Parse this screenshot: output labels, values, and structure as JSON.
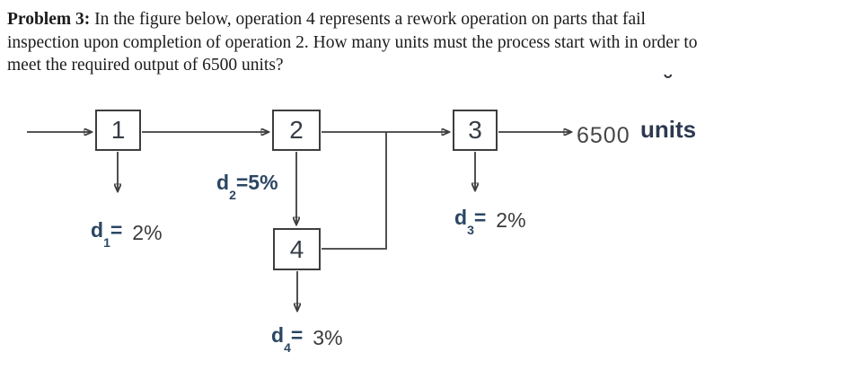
{
  "problem": {
    "title": "Problem 3:",
    "line1": "In the figure below, operation 4 represents a rework operation on parts that fail",
    "line2": "inspection upon completion of operation 2. How many units must the process start with in order to",
    "line3": "meet the required output of 6500 units?"
  },
  "stray_mark": "˘",
  "diagram": {
    "boxes": [
      {
        "label": "1"
      },
      {
        "label": "2"
      },
      {
        "label": "3"
      },
      {
        "label": "4"
      }
    ],
    "defects": [
      {
        "d": "d",
        "sub": "1",
        "eq": "=",
        "value": "2%"
      },
      {
        "d": "d",
        "sub": "2",
        "eq": "=",
        "value": "5%"
      },
      {
        "d": "d",
        "sub": "3",
        "eq": "=",
        "value": "2%"
      },
      {
        "d": "d",
        "sub": "4",
        "eq": "=",
        "value": "3%"
      }
    ],
    "output": {
      "quantity": "6500",
      "unit_label": "units"
    }
  },
  "colors": {
    "line": "#3d3d3d",
    "defect_label": "#2b4663",
    "text": "#1b1b1b"
  }
}
